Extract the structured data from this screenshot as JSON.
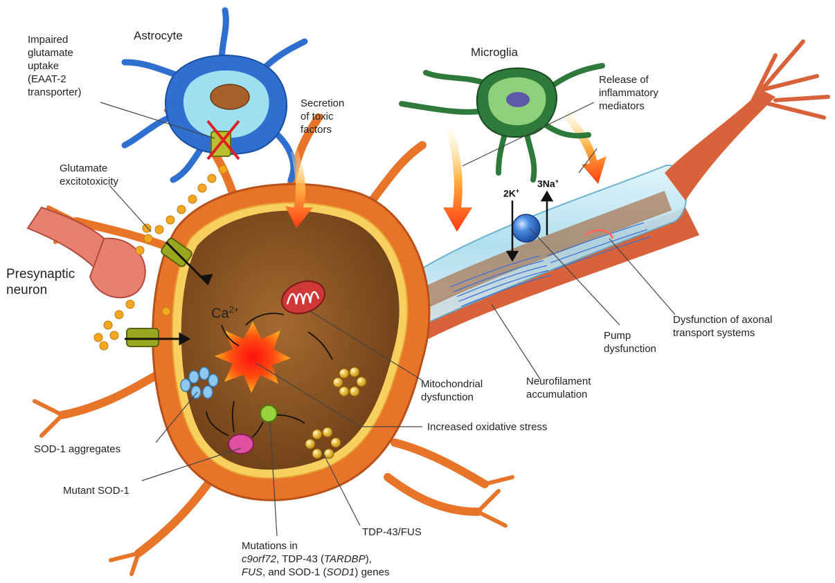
{
  "cells": {
    "astrocyte": "Astrocyte",
    "microglia": "Microglia",
    "presynaptic": [
      "Presynaptic",
      "neuron"
    ]
  },
  "ions": {
    "ca_base": "Ca",
    "ca_sup": "2+",
    "k_base": "2K",
    "k_sup": "+",
    "na_base": "3Na",
    "na_sup": "+"
  },
  "labels": {
    "impaired_glutamate": [
      "Impaired",
      "glutamate",
      "uptake",
      "(EAAT-2",
      "transporter)"
    ],
    "secretion": [
      "Secretion",
      "of toxic",
      "factors"
    ],
    "glutamate_excitotoxicity": [
      "Glutamate",
      "excitotoxicity"
    ],
    "release_inflammatory": [
      "Release of",
      "inflammatory",
      "mediators"
    ],
    "mitochondrial": [
      "Mitochondrial",
      "dysfunction"
    ],
    "neurofilament": [
      "Neurofilament",
      "accumulation"
    ],
    "pump": [
      "Pump",
      "dysfunction"
    ],
    "axonal_transport": [
      "Dysfunction of axonal",
      "transport systems"
    ],
    "oxidative_stress": "Increased oxidative stress",
    "sod1_aggregates": "SOD-1 aggregates",
    "mutant_sod1": "Mutant SOD-1",
    "tdp43_fus": "TDP-43/FUS",
    "mutations": {
      "line1": "Mutations in",
      "line2_i1": "c9orf72",
      "line2_t1": ", TDP-43 (",
      "line2_i2": "TARDBP",
      "line2_t2": "),",
      "line3_i1": "FUS",
      "line3_t1": ", and SOD-1 (",
      "line3_i2": "SOD1",
      "line3_t2": ") genes"
    }
  },
  "colors": {
    "neuron_orange": "#e8742a",
    "neuron_dark": "#b8501a",
    "cytoplasm": "#8a5424",
    "astrocyte_blue": "#2f6fd0",
    "microglia_green": "#2e7a3a",
    "myelin": "#bfe6f2",
    "oxidative": "#ff2a1a"
  }
}
